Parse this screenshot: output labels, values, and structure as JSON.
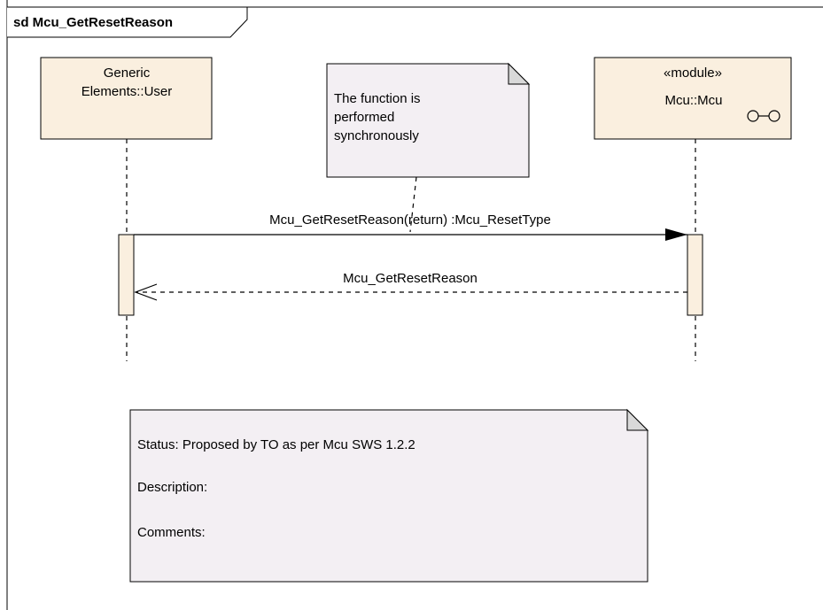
{
  "frame": {
    "title": "sd Mcu_GetResetReason"
  },
  "lifelines": [
    {
      "id": "user",
      "lines": [
        "Generic",
        "Elements::User"
      ],
      "fill": "#faefdf"
    },
    {
      "id": "mcu",
      "lines": [
        "«module»",
        "Mcu::Mcu"
      ],
      "fill": "#faefdf",
      "icon": "component-link-icon"
    }
  ],
  "notes": {
    "top": {
      "lines": [
        "The function is",
        "performed",
        "synchronously"
      ],
      "fill": "#f3eff3"
    },
    "bottom": {
      "lines": [
        "Status: Proposed by TO as per Mcu SWS 1.2.2",
        "Description:",
        "Comments:"
      ],
      "fill": "#f3eff3"
    }
  },
  "messages": [
    {
      "label": "Mcu_GetResetReason(return) :Mcu_ResetType",
      "kind": "synchronous-call"
    },
    {
      "label": "Mcu_GetResetReason",
      "kind": "return"
    }
  ],
  "colors": {
    "activation": "#faefdf",
    "line": "#000000"
  }
}
